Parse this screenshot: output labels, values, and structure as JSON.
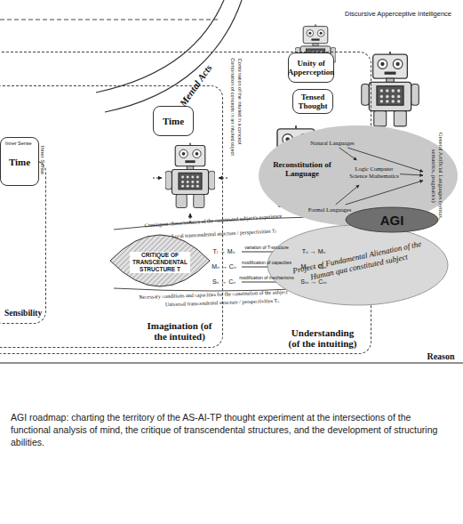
{
  "diagram": {
    "caption": "AGI roadmap: charting the territory of the AS-AI-TP thought experiment at the intersections of the functional analysis of mind, the critique of transcendental structures, and the development of structuring abilities.",
    "nodes": [
      {
        "text": [
          "Understanding (of the intuiting)"
        ]
      },
      {
        "text": [
          "Imagination (of the intuited)"
        ],
        "in": 0
      },
      {
        "text": [
          "Sensibility"
        ],
        "in": 1
      },
      {
        "text": [
          "Inner Sense",
          "Time"
        ],
        "in": 1
      },
      {
        "text": [
          "Time"
        ],
        "in": 1
      },
      {
        "text": [
          "CRITIQUE OF TRANSCENDENTAL STRUCTURE T"
        ],
        "in": 1
      },
      {
        "text": [
          "Unity of Apperception"
        ],
        "in": 0
      },
      {
        "text": [
          "Tensed Thought"
        ],
        "in": 0
      },
      {
        "text": [
          "Reconstitution of Language"
        ]
      },
      {
        "text": [
          "Natural Languages"
        ],
        "in": 8
      },
      {
        "text": [
          "Logic Computer Science Mathematics"
        ],
        "in": 8
      },
      {
        "text": [
          "Formal Languages"
        ],
        "in": 8
      },
      {
        "text": [
          "General Artificial Languages (syntax, semantics, pragmatics)"
        ],
        "in": 8
      },
      {
        "text": [
          "AGI"
        ]
      },
      {
        "text": [
          "Project of Fundamental Alienation of the Human qua constituted subject"
        ]
      }
    ],
    "edges": [
      {
        "from": 9,
        "to": 10,
        "arrow": "to"
      },
      {
        "from": 11,
        "to": 10,
        "arrow": "to"
      },
      {
        "from": 10,
        "to": 12,
        "arrow": "to"
      },
      {
        "from": 9,
        "to": 12,
        "arrow": "to"
      },
      {
        "from": 11,
        "to": 12,
        "arrow": "to"
      }
    ],
    "labels": [
      "Mental Acts",
      "Combination of concepts in an intuited object",
      "Combination of the intuited in a concept",
      "Discursive Apperceptive Intelligence",
      "Inner Sense",
      "Contingent characteristics of the constituted subject's experience",
      "Local transcendental structure / perspectivities Tₗ",
      "Tₗ → Mₙ",
      "variation of T-structure",
      "Tₙ → Mₙ",
      "Mₙ → Cₙ",
      "modification of capacities",
      "Mₙ → Cₘ",
      "Sₙ → Cₙ",
      "modification of mechanisms",
      "Sₘ → Cₘ",
      "Necessary conditions and capacities for the constitution of the subject",
      "Universal transcendental structure / perspectivities Tᵤ",
      "Reason"
    ]
  }
}
